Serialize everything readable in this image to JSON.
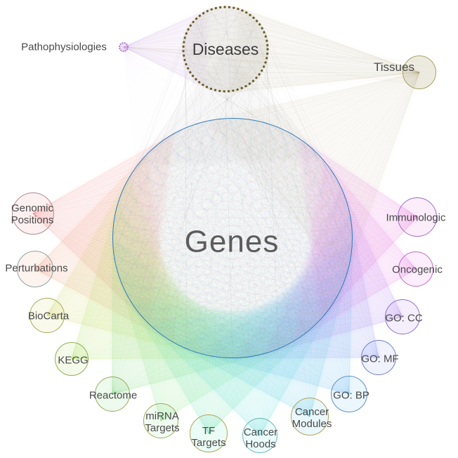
{
  "visualization": {
    "type": "network",
    "background": "#ffffff"
  },
  "nodes": {
    "genes": {
      "label": "Genes",
      "ring": "#2e7ebb"
    },
    "diseases": {
      "label": "Diseases",
      "dot_color": "#6b5a20"
    },
    "tissues": {
      "label": "Tissues",
      "ring": "#a8a060",
      "fan": "#9b9055"
    },
    "pathophysiologies": {
      "label": "Pathophysiologies",
      "color": "#b07ad0"
    },
    "gene_set_libraries": [
      {
        "id": "genomic-positions",
        "label": "Genomic Positions",
        "ring": "#b08d8d",
        "fan": "#e86e6e"
      },
      {
        "id": "perturbations",
        "label": "Perturbations",
        "ring": "#8fa3a3",
        "fan": "#ef8565"
      },
      {
        "id": "biocarta",
        "label": "BioCarta",
        "ring": "#a8a85c",
        "fan": "#c8d23c"
      },
      {
        "id": "kegg",
        "label": "KEGG",
        "ring": "#95ad55",
        "fan": "#9ed63a"
      },
      {
        "id": "reactome",
        "label": "Reactome",
        "ring": "#9aa85c",
        "fan": "#55d055"
      },
      {
        "id": "mirna-targets",
        "label": "miRNA Targets",
        "ring": "#a3a85c",
        "fan": "#6ede6e"
      },
      {
        "id": "tf-targets",
        "label": "TF Targets",
        "ring": "#b3a45c",
        "fan": "#3fdc9f"
      },
      {
        "id": "cancer-hoods",
        "label": "Cancer Hoods",
        "ring": "#6cb3b3",
        "fan": "#38d3d3"
      },
      {
        "id": "cancer-modules",
        "label": "Cancer Modules",
        "ring": "#b3a45c",
        "fan": "#35bfdf"
      },
      {
        "id": "go-bp",
        "label": "GO: BP",
        "ring": "#5f8fc9",
        "fan": "#3fa8e8"
      },
      {
        "id": "go-mf",
        "label": "GO: MF",
        "ring": "#6f7fd0",
        "fan": "#6f7fef"
      },
      {
        "id": "go-cc",
        "label": "GO: CC",
        "ring": "#8f6fd0",
        "fan": "#a05ef0"
      },
      {
        "id": "oncogenic",
        "label": "Oncogenic",
        "ring": "#c06fc0",
        "fan": "#df55df"
      },
      {
        "id": "immunologic",
        "label": "Immunologic",
        "ring": "#9a6fc9",
        "fan": "#e04ad0"
      }
    ]
  },
  "edges": [
    {
      "from": "Pathophysiologies",
      "to": "Diseases"
    },
    {
      "from": "Pathophysiologies",
      "to": "Genes"
    },
    {
      "from": "Pathophysiologies",
      "to": "Tissues"
    },
    {
      "from": "Diseases",
      "to": "Genes"
    },
    {
      "from": "Diseases",
      "to": "Tissues"
    },
    {
      "from": "Tissues",
      "to": "Genes"
    },
    {
      "from": "Genomic Positions",
      "to": "Genes"
    },
    {
      "from": "Perturbations",
      "to": "Genes"
    },
    {
      "from": "BioCarta",
      "to": "Genes"
    },
    {
      "from": "KEGG",
      "to": "Genes"
    },
    {
      "from": "Reactome",
      "to": "Genes"
    },
    {
      "from": "miRNA Targets",
      "to": "Genes"
    },
    {
      "from": "TF Targets",
      "to": "Genes"
    },
    {
      "from": "Cancer Hoods",
      "to": "Genes"
    },
    {
      "from": "Cancer Modules",
      "to": "Genes"
    },
    {
      "from": "GO: BP",
      "to": "Genes"
    },
    {
      "from": "GO: MF",
      "to": "Genes"
    },
    {
      "from": "GO: CC",
      "to": "Genes"
    },
    {
      "from": "Oncogenic",
      "to": "Genes"
    },
    {
      "from": "Immunologic",
      "to": "Genes"
    }
  ],
  "edge_colors": {
    "diseases_genes_a": "#5d665d",
    "diseases_genes_b": "#6d6d85",
    "diseases_genes_cone": "#667766",
    "diseases_tissues": "#9b9055",
    "tissues_genes": "#9b9055",
    "pathophysiologies_diseases": "#b07ad0",
    "pathophysiologies_genes": "#b07ad0",
    "pathophysiologies_tissues": "#a89a70"
  }
}
